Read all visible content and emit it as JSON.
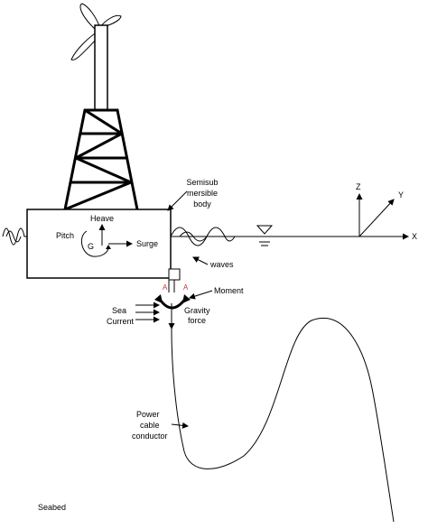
{
  "labels": {
    "semisub": [
      "Semisub",
      "mersible",
      "body"
    ],
    "heave": "Heave",
    "pitch": "Pitch",
    "g": "G",
    "surge": "Surge",
    "waves": "waves",
    "moment": "Moment",
    "section_a1": "A",
    "section_a2": "A",
    "sea_current": [
      "Sea",
      "Current"
    ],
    "gravity_force": [
      "Gravity",
      "force"
    ],
    "power_cable": [
      "Power",
      "cable",
      "conductor"
    ],
    "seabed": "Seabed",
    "axis_x": "X",
    "axis_y": "Y",
    "axis_z": "Z"
  },
  "colors": {
    "line": "#000000",
    "section_marker": "#c0392b"
  }
}
